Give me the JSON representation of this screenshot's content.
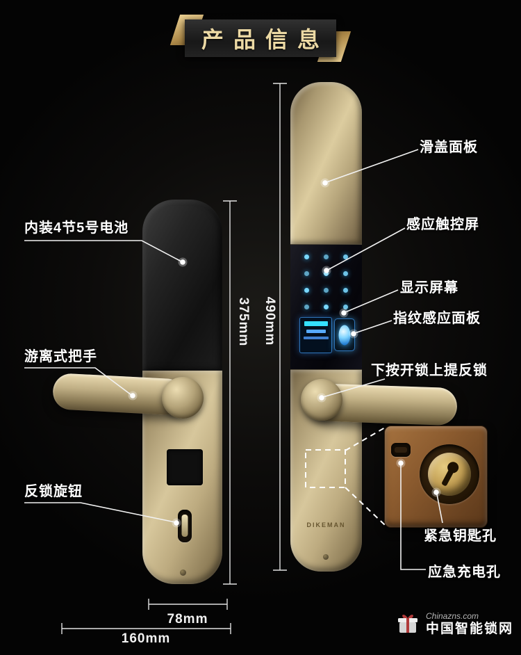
{
  "title": "产品信息",
  "callouts": {
    "battery": "内装4节5号电池",
    "handle": "游离式把手",
    "knob": "反锁旋钮",
    "slide_panel": "滑盖面板",
    "touch_screen": "感应触控屏",
    "display": "显示屏幕",
    "fingerprint": "指纹感应面板",
    "unlock_action": "下按开锁上提反锁",
    "emergency_key": "紧急钥匙孔",
    "emergency_charge": "应急充电孔"
  },
  "dimensions": {
    "left_lock_height": "375mm",
    "right_lock_height": "490mm",
    "body_width": "78mm",
    "total_width": "160mm"
  },
  "brand": "DIKEMAN",
  "watermark": {
    "site": "Chinazns.com",
    "name": "中国智能锁网"
  },
  "colors": {
    "background": "#060606",
    "gold": "#c3b088",
    "accent_blue": "#55c8f2",
    "title_gold": "#ecd9a4",
    "bronze": "#8a5a2e",
    "line": "#ffffff"
  }
}
